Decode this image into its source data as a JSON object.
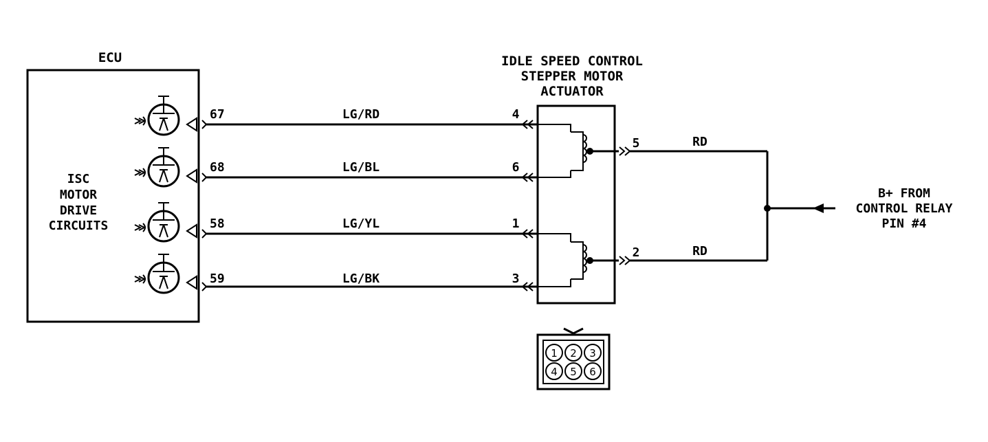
{
  "ecu": {
    "title": "ECU",
    "body_lines": [
      "ISC",
      "MOTOR",
      "DRIVE",
      "CIRCUITS"
    ],
    "pins": [
      "67",
      "68",
      "58",
      "59"
    ]
  },
  "wires": [
    "LG/RD",
    "LG/BL",
    "LG/YL",
    "LG/BK"
  ],
  "actuator": {
    "title_lines": [
      "IDLE SPEED CONTROL",
      "STEPPER MOTOR",
      "ACTUATOR"
    ],
    "left_pins": [
      "4",
      "6",
      "1",
      "3"
    ],
    "right_pins": [
      "5",
      "2"
    ]
  },
  "power_wires": [
    "RD",
    "RD"
  ],
  "source": {
    "lines": [
      "B+ FROM",
      "CONTROL RELAY",
      "PIN #4"
    ]
  },
  "connector": {
    "pins": [
      "1",
      "2",
      "3",
      "4",
      "5",
      "6"
    ]
  }
}
